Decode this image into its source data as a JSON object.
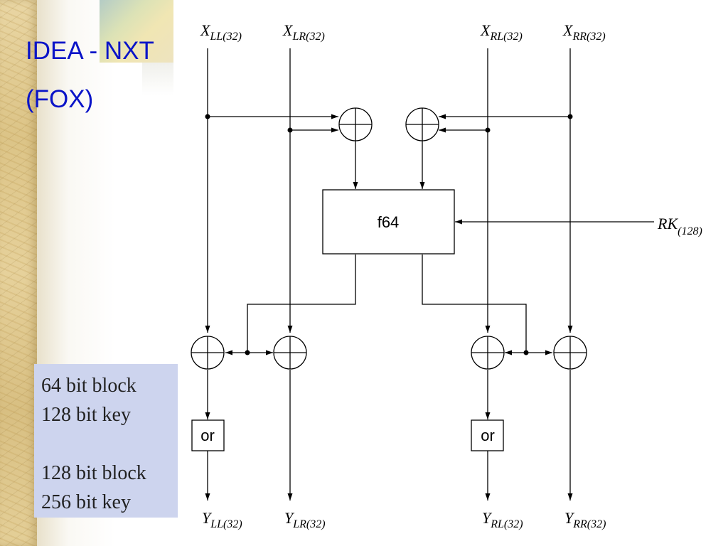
{
  "slide": {
    "title_line1": "IDEA - NXT",
    "title_line2": "(FOX)"
  },
  "info_box": {
    "lines": [
      "64 bit block",
      "128 bit key",
      "",
      "128 bit block",
      "256 bit key"
    ]
  },
  "diagram": {
    "inputs": {
      "xll": {
        "var": "X",
        "sub": "LL(32)"
      },
      "xlr": {
        "var": "X",
        "sub": "LR(32)"
      },
      "xrl": {
        "var": "X",
        "sub": "RL(32)"
      },
      "xrr": {
        "var": "X",
        "sub": "RR(32)"
      }
    },
    "outputs": {
      "yll": {
        "var": "Y",
        "sub": "LL(32)"
      },
      "ylr": {
        "var": "Y",
        "sub": "LR(32)"
      },
      "yrl": {
        "var": "Y",
        "sub": "RL(32)"
      },
      "yrr": {
        "var": "Y",
        "sub": "RR(32)"
      }
    },
    "round_key": {
      "var": "RK",
      "sub": "(128)"
    },
    "f_box_label": "f64",
    "or_left_label": "or",
    "or_right_label": "or"
  }
}
